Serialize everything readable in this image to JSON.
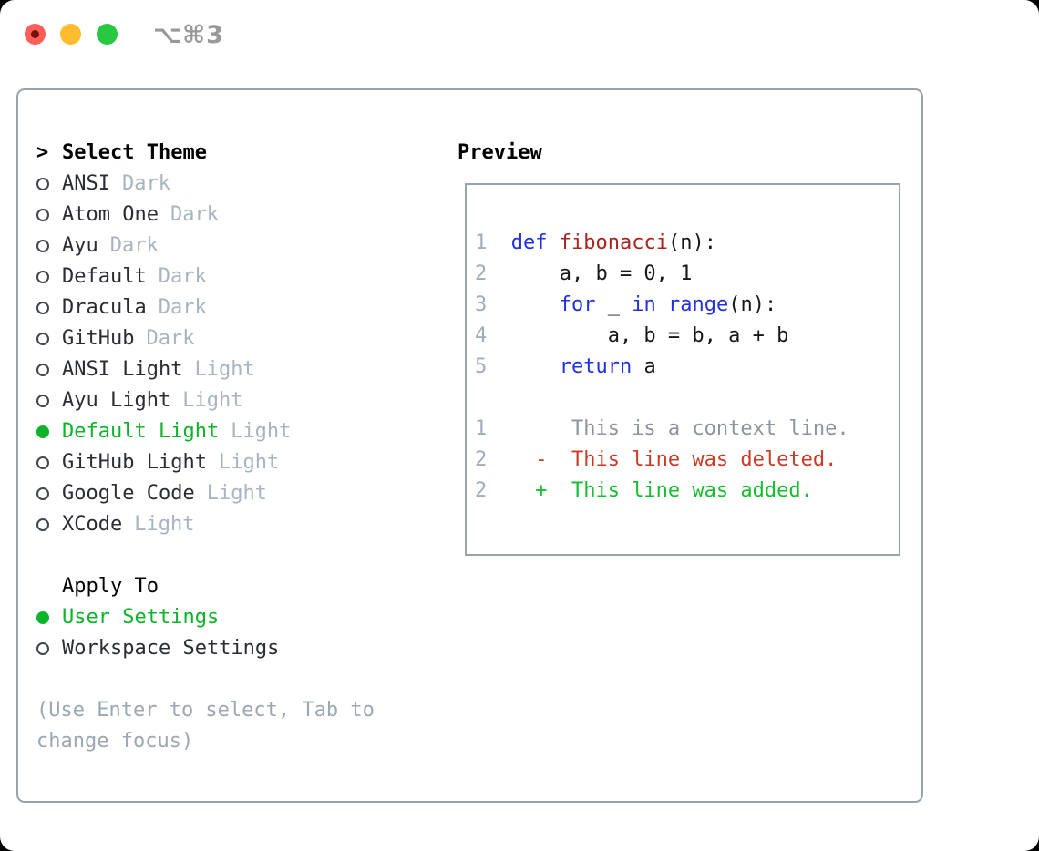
{
  "window": {
    "shortcut": "⌥⌘3"
  },
  "colors": {
    "keyword": "#2130e0",
    "function": "#a8251d",
    "text": "#17181c",
    "line_number": "#a2acb9",
    "context": "#8e939c",
    "deleted": "#cc3a26",
    "added": "#16bd2f",
    "selected_green": "#0db32a",
    "muted": "#aab3c0",
    "hint": "#9da7b3",
    "item_text": "#2a2d33",
    "traffic_red": "#fb5f57",
    "traffic_yellow": "#febc2e",
    "traffic_green": "#28c840"
  },
  "theme_panel": {
    "header_prefix": ">",
    "header": "Select Theme",
    "themes": [
      {
        "name": "ANSI",
        "variant": "Dark",
        "selected": false
      },
      {
        "name": "Atom One",
        "variant": "Dark",
        "selected": false
      },
      {
        "name": "Ayu",
        "variant": "Dark",
        "selected": false
      },
      {
        "name": "Default",
        "variant": "Dark",
        "selected": false
      },
      {
        "name": "Dracula",
        "variant": "Dark",
        "selected": false
      },
      {
        "name": "GitHub",
        "variant": "Dark",
        "selected": false
      },
      {
        "name": "ANSI Light",
        "variant": "Light",
        "selected": false
      },
      {
        "name": "Ayu Light",
        "variant": "Light",
        "selected": false
      },
      {
        "name": "Default Light",
        "variant": "Light",
        "selected": true
      },
      {
        "name": "GitHub Light",
        "variant": "Light",
        "selected": false
      },
      {
        "name": "Google Code",
        "variant": "Light",
        "selected": false
      },
      {
        "name": "XCode",
        "variant": "Light",
        "selected": false
      }
    ],
    "apply_to": {
      "label": "Apply To",
      "options": [
        {
          "label": "User Settings",
          "selected": true
        },
        {
          "label": "Workspace Settings",
          "selected": false
        }
      ]
    },
    "hint": "(Use Enter to select, Tab to change focus)"
  },
  "preview": {
    "title": "Preview",
    "lines": [
      {
        "tokens": [
          {
            "t": "num",
            "s": "1"
          },
          {
            "t": "pl",
            "s": "  "
          },
          {
            "t": "kw",
            "s": "def"
          },
          {
            "t": "pl",
            "s": " "
          },
          {
            "t": "fn",
            "s": "fibonacci"
          },
          {
            "t": "pl",
            "s": "(n):"
          }
        ]
      },
      {
        "tokens": [
          {
            "t": "num",
            "s": "2"
          },
          {
            "t": "pl",
            "s": "      a, b = 0, 1"
          }
        ]
      },
      {
        "tokens": [
          {
            "t": "num",
            "s": "3"
          },
          {
            "t": "pl",
            "s": "      "
          },
          {
            "t": "kw",
            "s": "for"
          },
          {
            "t": "pl",
            "s": " _ "
          },
          {
            "t": "kw",
            "s": "in"
          },
          {
            "t": "pl",
            "s": " "
          },
          {
            "t": "kw",
            "s": "range"
          },
          {
            "t": "pl",
            "s": "(n):"
          }
        ]
      },
      {
        "tokens": [
          {
            "t": "num",
            "s": "4"
          },
          {
            "t": "pl",
            "s": "          a, b = b, a + b"
          }
        ]
      },
      {
        "tokens": [
          {
            "t": "num",
            "s": "5"
          },
          {
            "t": "pl",
            "s": "      "
          },
          {
            "t": "kw",
            "s": "return"
          },
          {
            "t": "pl",
            "s": " a"
          }
        ]
      },
      {
        "tokens": []
      },
      {
        "tokens": [
          {
            "t": "num",
            "s": "1"
          },
          {
            "t": "ctx",
            "s": "       This is a context line."
          }
        ]
      },
      {
        "tokens": [
          {
            "t": "num",
            "s": "2"
          },
          {
            "t": "del",
            "s": "    -  This line was deleted."
          }
        ]
      },
      {
        "tokens": [
          {
            "t": "num",
            "s": "2"
          },
          {
            "t": "add",
            "s": "    +  This line was added."
          }
        ]
      }
    ]
  }
}
